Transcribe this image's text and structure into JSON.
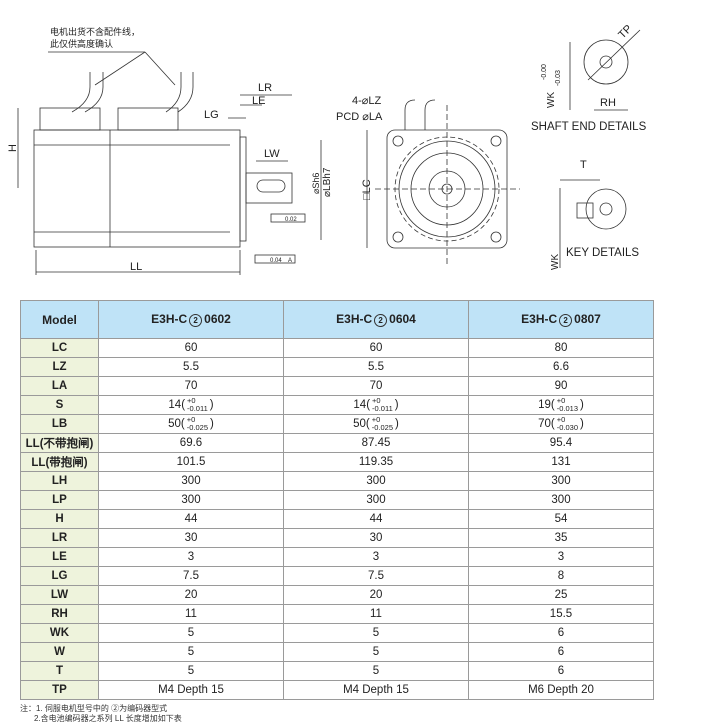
{
  "drawing": {
    "note_line1": "电机出货不含配件线，",
    "note_line2": "此仅供高度确认",
    "labels": {
      "LR": "LR",
      "LE": "LE",
      "LG": "LG",
      "LW": "LW",
      "H": "H",
      "LL": "LL",
      "S": "⌀Sh6",
      "LB": "⌀LBh7",
      "runout1": "0.02",
      "runout2": "0.04",
      "datum": "A",
      "LZ": "4-⌀LZ",
      "LA": "PCD ⌀LA",
      "LC": "□LC",
      "TP": "TP",
      "RH": "RH",
      "WK": "WK",
      "WK_tol_upper": "-0.00",
      "WK_tol_lower": "-0.03",
      "shaft_end": "SHAFT END DETAILS",
      "T": "T",
      "key_details": "KEY DETAILS"
    }
  },
  "table": {
    "header": {
      "label": "Model",
      "models": [
        {
          "prefix": "E3H-C",
          "circled": "2",
          "suffix": "0602"
        },
        {
          "prefix": "E3H-C",
          "circled": "2",
          "suffix": "0604"
        },
        {
          "prefix": "E3H-C",
          "circled": "2",
          "suffix": "0807"
        }
      ]
    },
    "rows": [
      {
        "label": "LC",
        "values": [
          "60",
          "60",
          "80"
        ]
      },
      {
        "label": "LZ",
        "values": [
          "5.5",
          "5.5",
          "6.6"
        ]
      },
      {
        "label": "LA",
        "values": [
          "70",
          "70",
          "90"
        ]
      },
      {
        "label": "S",
        "tol": [
          {
            "base": "14(",
            "upper": "+0",
            "lower": "-0.011",
            "close": ")"
          },
          {
            "base": "14(",
            "upper": "+0",
            "lower": "-0.011",
            "close": ")"
          },
          {
            "base": "19(",
            "upper": "+0",
            "lower": "-0.013",
            "close": ")"
          }
        ]
      },
      {
        "label": "LB",
        "tol": [
          {
            "base": "50(",
            "upper": "+0",
            "lower": "-0.025",
            "close": ")"
          },
          {
            "base": "50(",
            "upper": "+0",
            "lower": "-0.025",
            "close": ")"
          },
          {
            "base": "70(",
            "upper": "+0",
            "lower": "-0.030",
            "close": ")"
          }
        ]
      },
      {
        "label": "LL(不带抱闸)",
        "values": [
          "69.6",
          "87.45",
          "95.4"
        ]
      },
      {
        "label": "LL(带抱闸)",
        "values": [
          "101.5",
          "119.35",
          "131"
        ]
      },
      {
        "label": "LH",
        "values": [
          "300",
          "300",
          "300"
        ]
      },
      {
        "label": "LP",
        "values": [
          "300",
          "300",
          "300"
        ]
      },
      {
        "label": "H",
        "values": [
          "44",
          "44",
          "54"
        ]
      },
      {
        "label": "LR",
        "values": [
          "30",
          "30",
          "35"
        ]
      },
      {
        "label": "LE",
        "values": [
          "3",
          "3",
          "3"
        ]
      },
      {
        "label": "LG",
        "values": [
          "7.5",
          "7.5",
          "8"
        ]
      },
      {
        "label": "LW",
        "values": [
          "20",
          "20",
          "25"
        ]
      },
      {
        "label": "RH",
        "values": [
          "11",
          "11",
          "15.5"
        ]
      },
      {
        "label": "WK",
        "values": [
          "5",
          "5",
          "6"
        ]
      },
      {
        "label": "W",
        "values": [
          "5",
          "5",
          "6"
        ]
      },
      {
        "label": "T",
        "values": [
          "5",
          "5",
          "6"
        ]
      },
      {
        "label": "TP",
        "values": [
          "M4 Depth 15",
          "M4 Depth 15",
          "M6 Depth 20"
        ]
      }
    ]
  },
  "notes": {
    "line1": "注：1. 伺服电机型号中的 ②为编码器型式",
    "line2": "2.含电池编码器之系列 LL 长度增加如下表"
  },
  "colors": {
    "header_bg": "#bfe3f7",
    "label_col_bg": "#eef3dc",
    "border": "#9a9a9a"
  }
}
